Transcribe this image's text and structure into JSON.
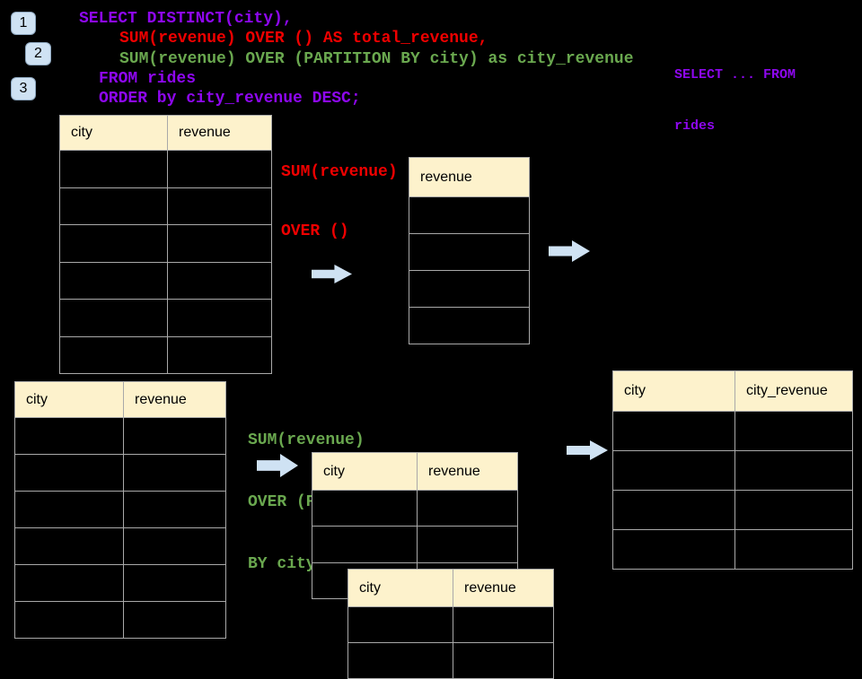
{
  "colors": {
    "background": "#000000",
    "purple": "#8e07ef",
    "red": "#ef0000",
    "green": "#6aa84f",
    "cream": "#fdf2cc",
    "grid": "#a9a9a9",
    "arrow": "#cfe2f3",
    "badgeBg": "#cfe2f3",
    "badgeBorder": "#8fa8c0"
  },
  "icons": {
    "flow_arrow": "right-block-arrow"
  },
  "badges": [
    {
      "label": "1"
    },
    {
      "label": "2"
    },
    {
      "label": "3"
    }
  ],
  "code": {
    "lines": [
      {
        "text": "SELECT DISTINCT(city),",
        "color": "purple"
      },
      {
        "text": "SUM(revenue) OVER () AS total_revenue,",
        "color": "red"
      },
      {
        "text": "SUM(revenue) OVER (PARTITION BY city) as city_revenue",
        "color": "green"
      },
      {
        "text": "FROM rides",
        "color": "purple"
      },
      {
        "text": "ORDER by city_revenue DESC;",
        "color": "purple"
      }
    ]
  },
  "side_note": {
    "color": "purple",
    "lines": [
      {
        "text": "SELECT ... FROM"
      },
      {
        "text": "rides"
      }
    ]
  },
  "annotations": {
    "total_window": {
      "color": "red",
      "lines": [
        {
          "text": "SUM(revenue)"
        },
        {
          "text": "OVER ()"
        }
      ]
    },
    "partition_window": {
      "color": "green",
      "lines": [
        {
          "text": "SUM(revenue)"
        },
        {
          "text": "OVER (PARTITION"
        },
        {
          "text": "BY city)"
        }
      ]
    }
  },
  "tables": {
    "source_top": {
      "headers": [
        "city",
        "revenue"
      ],
      "row_count": 6
    },
    "total_revenue_result": {
      "headers": [
        "revenue"
      ],
      "row_count": 4
    },
    "source_bottom": {
      "headers": [
        "city",
        "revenue"
      ],
      "row_count": 6
    },
    "partition_back": {
      "headers": [
        "city",
        "revenue"
      ],
      "row_count": 3
    },
    "partition_front": {
      "headers": [
        "city",
        "revenue"
      ],
      "row_count": 2
    },
    "city_revenue_result": {
      "headers": [
        "city",
        "city_revenue"
      ],
      "row_count": 4
    }
  }
}
